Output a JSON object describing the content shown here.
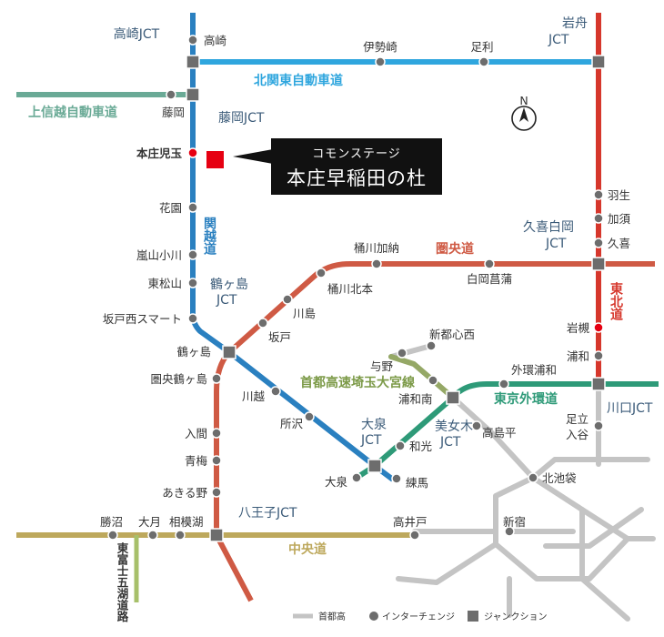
{
  "colors": {
    "kanetsu": "#2a80c0",
    "kitakanto": "#2fa6de",
    "joshinetsu": "#6aaa96",
    "tohoku": "#d6372c",
    "kenodo": "#cf5a44",
    "chuo": "#bda85c",
    "gaikan": "#2e9a78",
    "saitama": "#95a866",
    "shuto": "#c4c4c4",
    "junction": "#6d6d6d",
    "ic": "#6d6d6d",
    "site": "#e60012"
  },
  "roads": {
    "kitakanto": "北関東自動車道",
    "joshinetsu": "上信越自動車道",
    "kanetsu": "関越道",
    "kenodo": "圏央道",
    "tohoku": "東北道",
    "gaikan": "東京外環道",
    "saitama": "首都高速埼玉大宮線",
    "chuo": "中央道",
    "fujigoko": "東富士五湖道路"
  },
  "junctions": {
    "takasaki": "高崎JCT",
    "iwafune": "岩舟JCT",
    "fujioka": "藤岡JCT",
    "kuki_shiraoka": "久喜白岡JCT",
    "tsurugashima": "鶴ヶ島JCT",
    "oizumi": "大泉JCT",
    "bijogi": "美女木JCT",
    "kawaguchi": "川口JCT",
    "hachioji": "八王子JCT"
  },
  "interchanges": {
    "takasaki": "高崎",
    "isesaki": "伊勢崎",
    "ashikaga": "足利",
    "fujioka": "藤岡",
    "honjo_kodama": "本庄児玉",
    "hanazono": "花園",
    "ranzan_ogawa": "嵐山小川",
    "higashi_matsuyama": "東松山",
    "sakado_nishi": "坂戸西スマート",
    "tsurugashima": "鶴ヶ島",
    "kenodo_tsurugashima": "圏央鶴ヶ島",
    "iruma": "入間",
    "ome": "青梅",
    "akiruno": "あきる野",
    "okegawa_kano": "桶川加納",
    "okegawa_kitamoto": "桶川北本",
    "kawajima": "川島",
    "sakado": "坂戸",
    "shiraoka_shobu": "白岡菖蒲",
    "hanyu": "羽生",
    "kazo": "加須",
    "kuki": "久喜",
    "iwatsuki": "岩槻",
    "urawa": "浦和",
    "kawagoe": "川越",
    "tokorozawa": "所沢",
    "oizumi": "大泉",
    "nerima": "練馬",
    "wako": "和光",
    "yono": "与野",
    "shintoshin_nishi": "新都心西",
    "urawa_minami": "浦和南",
    "gaikan_urawa": "外環浦和",
    "takashimadaira": "高島平",
    "adachi_iriya": "足立\n入谷",
    "kitaikebukuro": "北池袋",
    "shinjuku": "新宿",
    "takaido": "高井戸",
    "katsunuma": "勝沼",
    "otsuki": "大月",
    "sagamiko": "相模湖"
  },
  "site": {
    "subtitle": "コモンステージ",
    "name": "本庄早稲田の杜"
  },
  "compass": "N",
  "legend": {
    "shuto": "首都高",
    "ic": "インターチェンジ",
    "jct": "ジャンクション"
  }
}
